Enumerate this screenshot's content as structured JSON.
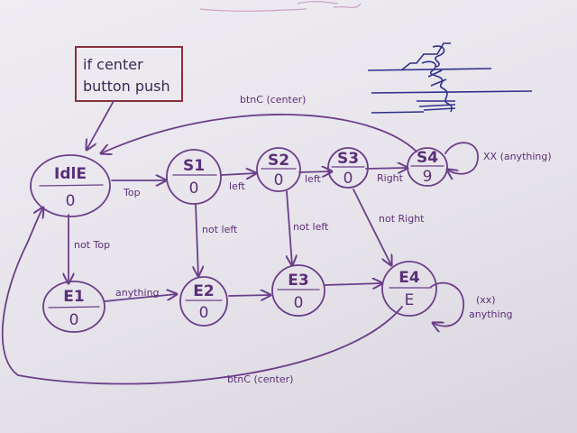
{
  "note": {
    "line1": "if center",
    "line2": "button push"
  },
  "states": {
    "idle": {
      "name": "IdlE",
      "output": "0"
    },
    "s1": {
      "name": "S1",
      "output": "0"
    },
    "s2": {
      "name": "S2",
      "output": "0"
    },
    "s3": {
      "name": "S3",
      "output": "0"
    },
    "s4": {
      "name": "S4",
      "output": "9"
    },
    "e1": {
      "name": "E1",
      "output": "0"
    },
    "e2": {
      "name": "E2",
      "output": "0"
    },
    "e3": {
      "name": "E3",
      "output": "0"
    },
    "e4": {
      "name": "E4",
      "output": "E"
    }
  },
  "transitions": {
    "idle_s1": "Top",
    "s1_s2": "left",
    "s2_s3": "left",
    "s3_s4": "Right",
    "idle_e1": "not Top",
    "s1_e2": "not left",
    "s2_e3": "not left",
    "s3_e4": "not Right",
    "e1_e2": "anything",
    "s4_self": "XX (anything)",
    "e4_self_1": "(xx)",
    "e4_self_2": "anything",
    "s4_idle": "btnC (center)",
    "e4_idle": "btnC (center)"
  }
}
